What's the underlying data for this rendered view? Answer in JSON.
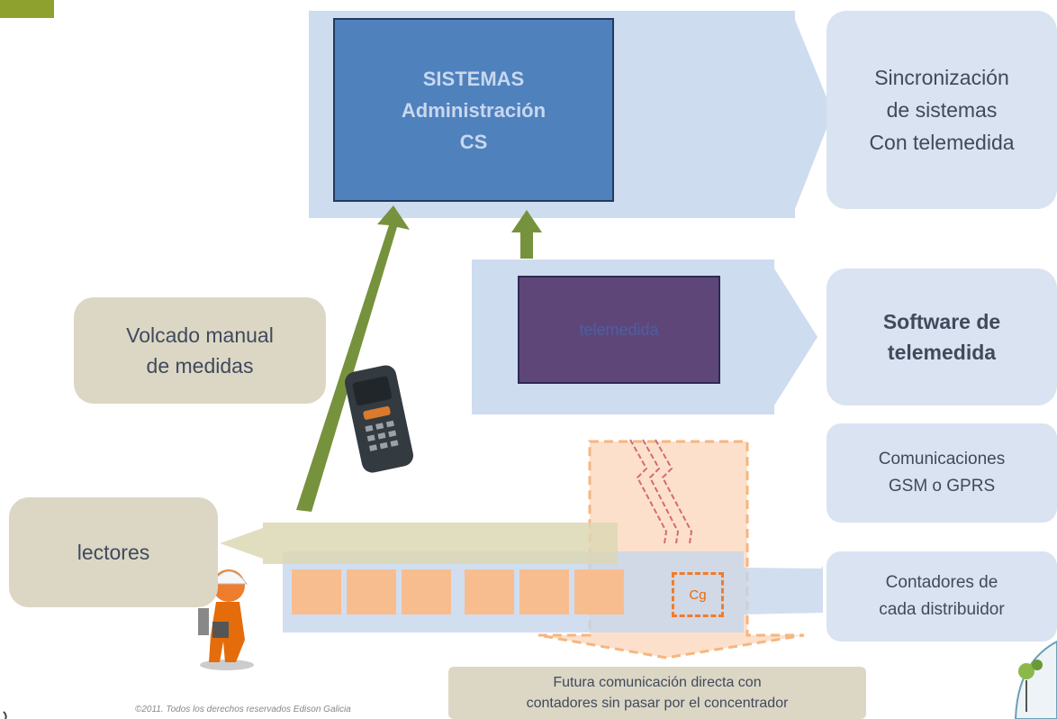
{
  "sistemas": {
    "line1": "SISTEMAS",
    "line2": "Administración",
    "line3": "CS"
  },
  "telemedida_box": "telemedida",
  "right_labels": {
    "sync": [
      "Sincronización",
      "de sistemas",
      "Con telemedida"
    ],
    "software": [
      "Software de",
      "telemedida"
    ],
    "comms": [
      "Comunicaciones",
      "GSM o GPRS"
    ],
    "meters": [
      "Contadores de",
      "cada distribuidor"
    ]
  },
  "volcado": [
    "Volcado manual",
    "de medidas"
  ],
  "lectores": "lectores",
  "cg": "Cg",
  "futura": [
    "Futura comunicación directa con",
    "contadores sin pasar por el concentrador"
  ],
  "copyright": "©2011. Todos los derechos reservados Edison Galicia",
  "colors": {
    "accent": "#8ea12f",
    "blue": "#4f81bd",
    "purple": "#5e4679",
    "orange": "#f8bd8f",
    "green": "#76923c"
  }
}
